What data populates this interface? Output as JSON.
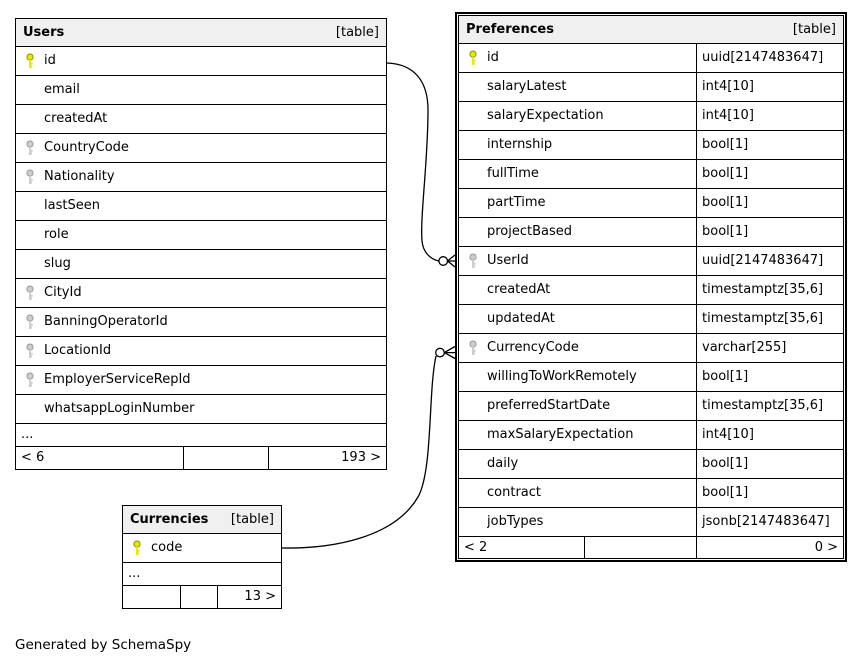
{
  "page": {
    "footer_note": "Generated by SchemaSpy"
  },
  "colors": {
    "pk_key_fill": "#e8e800",
    "pk_key_edge": "#8f8f00",
    "fk_key_fill": "#cccccc",
    "fk_key_edge": "#999999",
    "header_bg": "#f0f0f0",
    "line": "#000000"
  },
  "users_table": {
    "title": "Users",
    "tag": "[table]",
    "columns": [
      {
        "name": "id",
        "key": "pk"
      },
      {
        "name": "email",
        "key": ""
      },
      {
        "name": "createdAt",
        "key": ""
      },
      {
        "name": "CountryCode",
        "key": "fk"
      },
      {
        "name": "Nationality",
        "key": "fk"
      },
      {
        "name": "lastSeen",
        "key": ""
      },
      {
        "name": "role",
        "key": ""
      },
      {
        "name": "slug",
        "key": ""
      },
      {
        "name": "CityId",
        "key": "fk"
      },
      {
        "name": "BanningOperatorId",
        "key": "fk"
      },
      {
        "name": "LocationId",
        "key": "fk"
      },
      {
        "name": "EmployerServiceRepId",
        "key": "fk"
      },
      {
        "name": "whatsappLoginNumber",
        "key": ""
      }
    ],
    "ellipsis": "...",
    "footer": {
      "left": "< 6",
      "middle": "",
      "right": "193 >"
    }
  },
  "preferences_table": {
    "title": "Preferences",
    "tag": "[table]",
    "columns": [
      {
        "name": "id",
        "type": "uuid[2147483647]",
        "key": "pk"
      },
      {
        "name": "salaryLatest",
        "type": "int4[10]",
        "key": ""
      },
      {
        "name": "salaryExpectation",
        "type": "int4[10]",
        "key": ""
      },
      {
        "name": "internship",
        "type": "bool[1]",
        "key": ""
      },
      {
        "name": "fullTime",
        "type": "bool[1]",
        "key": ""
      },
      {
        "name": "partTime",
        "type": "bool[1]",
        "key": ""
      },
      {
        "name": "projectBased",
        "type": "bool[1]",
        "key": ""
      },
      {
        "name": "UserId",
        "type": "uuid[2147483647]",
        "key": "fk"
      },
      {
        "name": "createdAt",
        "type": "timestamptz[35,6]",
        "key": ""
      },
      {
        "name": "updatedAt",
        "type": "timestamptz[35,6]",
        "key": ""
      },
      {
        "name": "CurrencyCode",
        "type": "varchar[255]",
        "key": "fk"
      },
      {
        "name": "willingToWorkRemotely",
        "type": "bool[1]",
        "key": ""
      },
      {
        "name": "preferredStartDate",
        "type": "timestamptz[35,6]",
        "key": ""
      },
      {
        "name": "maxSalaryExpectation",
        "type": "int4[10]",
        "key": ""
      },
      {
        "name": "daily",
        "type": "bool[1]",
        "key": ""
      },
      {
        "name": "contract",
        "type": "bool[1]",
        "key": ""
      },
      {
        "name": "jobTypes",
        "type": "jsonb[2147483647]",
        "key": ""
      }
    ],
    "footer": {
      "left": "< 2",
      "middle": "",
      "right": "0 >"
    }
  },
  "currencies_table": {
    "title": "Currencies",
    "tag": "[table]",
    "columns": [
      {
        "name": "code",
        "key": "pk"
      }
    ],
    "ellipsis": "...",
    "footer": {
      "left": "",
      "middle": "",
      "right": "13 >"
    }
  },
  "relationships": [
    {
      "from": "Users.id",
      "to": "Preferences.UserId"
    },
    {
      "from": "Currencies.code",
      "to": "Preferences.CurrencyCode"
    }
  ]
}
